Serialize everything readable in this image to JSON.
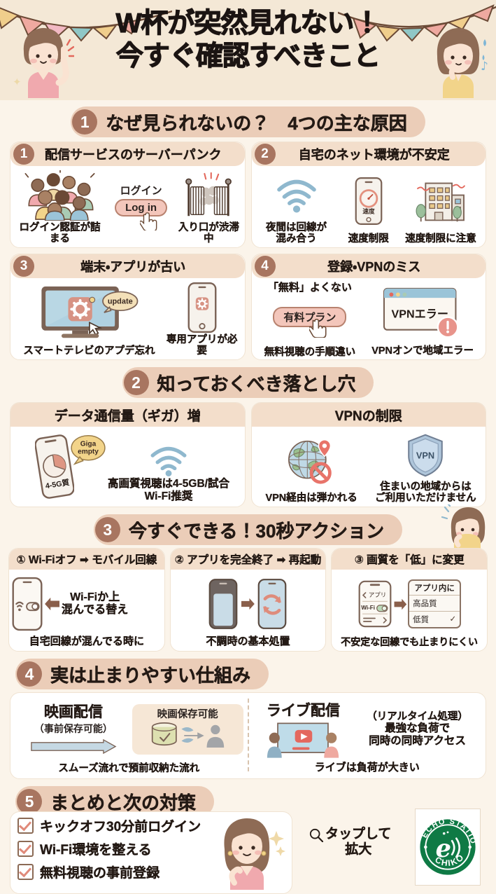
{
  "header": {
    "title_line1": "W杯が突然見れない！",
    "title_line2": "今すぐ確認すべきこと"
  },
  "colors": {
    "background": "#FBF4EA",
    "header_bg": "#F4E8D6",
    "pill": "#EBCDB8",
    "badge": "#A87560",
    "card_head": "#F3DECB",
    "accent_salmon": "#E08A7A",
    "accent_blue": "#8FB8CE",
    "logo_green": "#0F7A45"
  },
  "sections": [
    {
      "number": "1",
      "title": "なぜ見られないの？　4つの主な原因",
      "cards": [
        {
          "number": "1",
          "title": "配信サービスのサーバーパンク",
          "items": [
            {
              "icon": "crowd-people-icon",
              "caption": "ログイン認証が詰まる"
            },
            {
              "icon": "gate-icon",
              "caption": "入り口が渋滞中"
            }
          ],
          "login_label": "ログイン",
          "login_button": "Log in"
        },
        {
          "number": "2",
          "title": "自宅のネット環境が不安定",
          "items": [
            {
              "icon": "wifi-icon",
              "caption": "夜間は回線が\n混み合う"
            },
            {
              "icon": "speedometer-phone-icon",
              "caption": "速度制限",
              "badge": "速度"
            },
            {
              "icon": "building-icon",
              "caption": "速度制限に注意"
            }
          ]
        },
        {
          "number": "3",
          "title": "端末・アプリが古い",
          "items": [
            {
              "icon": "smart-tv-icon",
              "caption": "スマートテレビのアプデ忘れ",
              "bubble": "update"
            },
            {
              "icon": "smartphone-gear-icon",
              "caption": "専用アプリが必要"
            }
          ]
        },
        {
          "number": "4",
          "title": "登録・VPNのミス",
          "items": [
            {
              "icon": "paid-plan-icon",
              "caption": "無料視聴の手順違い",
              "note": "「無料」よくない",
              "button": "有料プラン"
            },
            {
              "icon": "vpn-error-window-icon",
              "caption": "VPNオンで地域エラー",
              "window_text": "VPNエラー"
            }
          ]
        }
      ]
    },
    {
      "number": "2",
      "title": "知っておくべき落とし穴",
      "panels": [
        {
          "title": "データ通信量（ギガ）増",
          "phone_label": "4-5G質",
          "speech": "Giga\nempty",
          "caption_line1": "高画質視聴は4-5GB/試合",
          "caption_line2": "Wi-Fi推奨"
        },
        {
          "title": "VPNの制限",
          "caption_left": "VPN経由は弾かれる",
          "shield_label": "VPN",
          "caption_right_line1": "住まいの地域からは",
          "caption_right_line2": "ご利用いただけません"
        }
      ]
    },
    {
      "number": "3",
      "title": "今すぐできる！30秒アクション",
      "minis": [
        {
          "head": "① Wi-Fiオフ ➡ モバイル回線",
          "mid_line1": "Wi-Fiか上",
          "mid_line2": "混んでる替え",
          "caption": "自宅回線が混んでる時に"
        },
        {
          "head": "② アプリを完全終了 ➡ 再起動",
          "caption": "不調時の基本処置"
        },
        {
          "head": "③ 画質を「低」に変更",
          "phone_back": "アプリ",
          "phone_wifi": "Wi-Fi",
          "menu_title": "アプリ内に",
          "menu_option1": "高品質",
          "menu_option2": "低質",
          "caption": "不安定な回線でも止まりにくい"
        }
      ]
    },
    {
      "number": "4",
      "title": "実は止まりやすい仕組み",
      "left": {
        "heading": "映画配信",
        "sub": "（事前保存可能）",
        "tag": "映画保存可能",
        "caption": "スムーズ流れで預前収納た流れ"
      },
      "right": {
        "heading": "ライブ配信",
        "note_line1": "（リアルタイム処理）",
        "note_line2": "最強な負荷で",
        "note_line3": "同時の同時アクセス",
        "caption": "ライブは負荷が大きい"
      }
    },
    {
      "number": "5",
      "title": "まとめと次の対策",
      "checklist": [
        "キックオフ30分前ログイン",
        "Wi-Fi環境を整える",
        "無料視聴の事前登録"
      ],
      "tap_line1": "タップして",
      "tap_line2": "拡大",
      "logo": {
        "top_text": "ECHO STATION",
        "bottom_text": "CHIKO",
        "mark": "e"
      }
    }
  ]
}
